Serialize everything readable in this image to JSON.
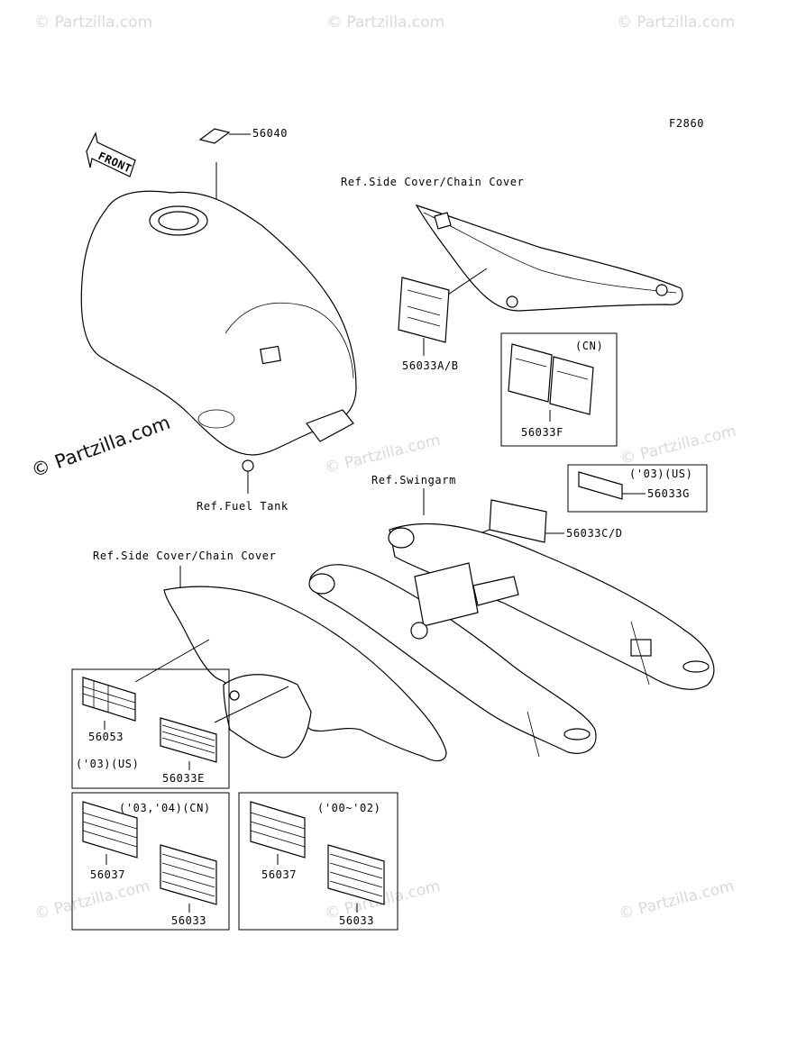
{
  "figure_code": "F2860",
  "watermark": "© Partzilla.com",
  "front_label": "FRONT",
  "refs": {
    "side_cover_top": "Ref.Side Cover/Chain Cover",
    "fuel_tank": "Ref.Fuel Tank",
    "swingarm": "Ref.Swingarm",
    "side_cover_left": "Ref.Side Cover/Chain Cover"
  },
  "parts": {
    "p56040": "56040",
    "p56033ab": "56033A/B",
    "p56033f": "56033F",
    "p56033g": "56033G",
    "p56033cd": "56033C/D",
    "p56053": "56053",
    "p56033e": "56033E",
    "p56037_a": "56037",
    "p56033_a": "56033",
    "p56037_b": "56037",
    "p56033_b": "56033"
  },
  "notes": {
    "cn": "(CN)",
    "us03_g": "('03)(US)",
    "us03_e": "('03)(US)",
    "cn0304": "('03,'04)(CN)",
    "yr0002": "('00~'02)"
  }
}
